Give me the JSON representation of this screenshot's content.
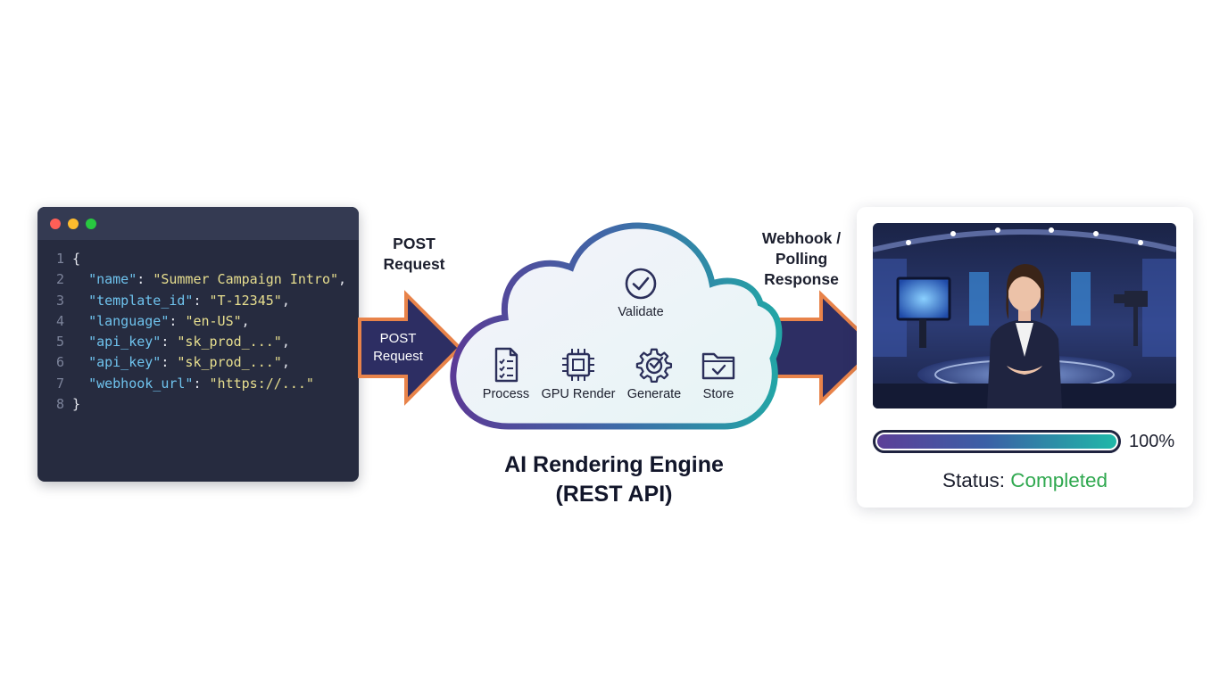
{
  "editor": {
    "lines": [
      {
        "num": "1",
        "open": "{"
      },
      {
        "num": "2",
        "key": "\"name\"",
        "value": "\"Summer Campaign Intro\"",
        "tail": ","
      },
      {
        "num": "3",
        "key": "\"template_id\"",
        "value": "\"T-12345\"",
        "tail": ","
      },
      {
        "num": "4",
        "key": "\"language\"",
        "value": "\"en-US\"",
        "tail": ","
      },
      {
        "num": "5",
        "key": "\"api_key\"",
        "value": "\"sk_prod_...\"",
        "tail": ","
      },
      {
        "num": "6",
        "key": "\"api_key\"",
        "value": "\"sk_prod_...\"",
        "tail": ","
      },
      {
        "num": "7",
        "key": "\"webhook_url\"",
        "value": "\"https://...\"",
        "tail": ""
      },
      {
        "num": "8",
        "open": "}"
      }
    ]
  },
  "request_arrow": {
    "label_above_line1": "POST",
    "label_above_line2": "Request",
    "label_inside_line1": "POST",
    "label_inside_line2": "Request"
  },
  "engine": {
    "validate": "Validate",
    "steps": [
      "Process",
      "GPU Render",
      "Generate",
      "Store"
    ],
    "title_line1": "AI Rendering Engine",
    "title_line2": "(REST API)"
  },
  "response_arrow": {
    "line1": "Webhook /",
    "line2": "Polling",
    "line3": "Response"
  },
  "output": {
    "progress_percent_text": "100%",
    "progress_fraction": 1.0,
    "status_label": "Status: ",
    "status_value": "Completed"
  },
  "colors": {
    "arrow_fill": "#2d2e63",
    "arrow_outline": "#e8834a",
    "status_completed": "#2fa84f"
  },
  "icons": {
    "validate": "check-circle-icon",
    "process": "checklist-document-icon",
    "gpu_render": "chip-icon",
    "generate": "gear-icon",
    "store": "folder-check-icon"
  }
}
